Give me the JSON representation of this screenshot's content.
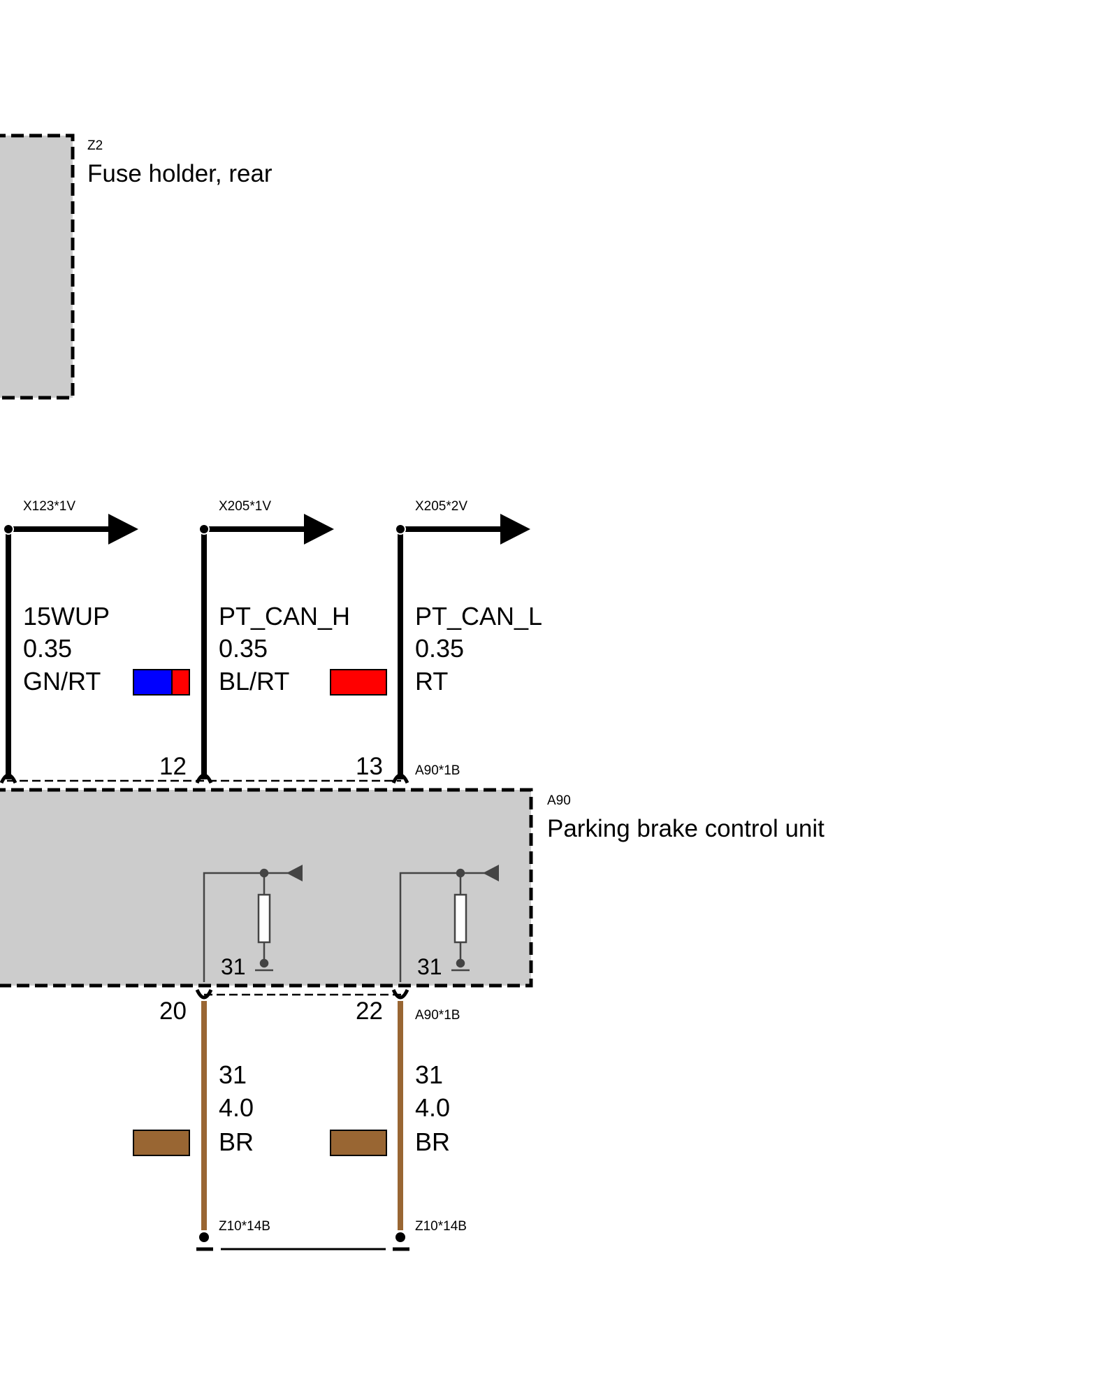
{
  "components": {
    "z2": {
      "id": "Z2",
      "name": "Fuse holder, rear"
    },
    "a90": {
      "id": "A90",
      "name": "Parking brake control unit"
    }
  },
  "connectors": {
    "top": [
      "X123*1V",
      "X205*1V",
      "X205*2V"
    ],
    "a90_upper": "A90*1B",
    "a90_lower": "A90*1B",
    "ground": [
      "Z10*14B",
      "Z10*14B"
    ]
  },
  "pins": {
    "upper": [
      "12",
      "13"
    ],
    "lower": [
      "20",
      "22"
    ],
    "internal_ground": [
      "31",
      "31"
    ]
  },
  "wires": [
    {
      "signal": "15WUP",
      "size": "0.35",
      "color_code": "GN/RT",
      "swatch": [
        "#0000ff",
        "#ff0000"
      ]
    },
    {
      "signal": "PT_CAN_H",
      "size": "0.35",
      "color_code": "BL/RT",
      "swatch": [
        "#ff0000"
      ]
    },
    {
      "signal": "PT_CAN_L",
      "size": "0.35",
      "color_code": "RT",
      "swatch": []
    },
    {
      "signal": "31",
      "size": "4.0",
      "color_code": "BR",
      "swatch": [
        "#996633"
      ]
    },
    {
      "signal": "31",
      "size": "4.0",
      "color_code": "BR",
      "swatch": [
        "#996633"
      ]
    }
  ],
  "colors": {
    "box_fill": "#cccccc",
    "wire_black": "#000000",
    "wire_brown": "#996633",
    "internal_line": "#444444"
  }
}
